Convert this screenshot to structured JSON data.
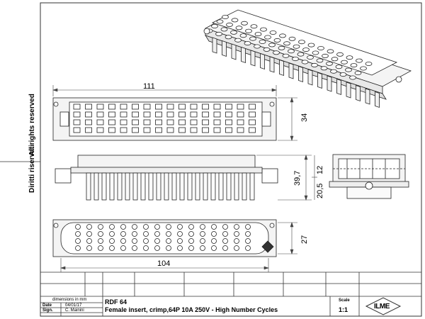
{
  "rights": {
    "line1": "Diritti riservati",
    "line2": "All rights reserved"
  },
  "dimensions": {
    "width_top": "111",
    "height_top": "34",
    "height_side_total": "39,7",
    "height_side_a": "20,5",
    "height_side_b": "12",
    "width_bottom": "104",
    "height_bottom": "27"
  },
  "title_block": {
    "dims_note": "dimensions in mm",
    "date_label": "Date",
    "date_value": "04/01/17",
    "sign_label": "Sign.",
    "sign_value": "C. Mainini",
    "part_code": "RDF 64",
    "description": "Female insert, crimp,64P 10A 250V - High Number Cycles",
    "scale_label": "Scale",
    "scale_value": "1:1",
    "logo_text": "ILME"
  },
  "colors": {
    "line": "#222222",
    "frame": "#333333",
    "fill": "#f4f4f4"
  }
}
